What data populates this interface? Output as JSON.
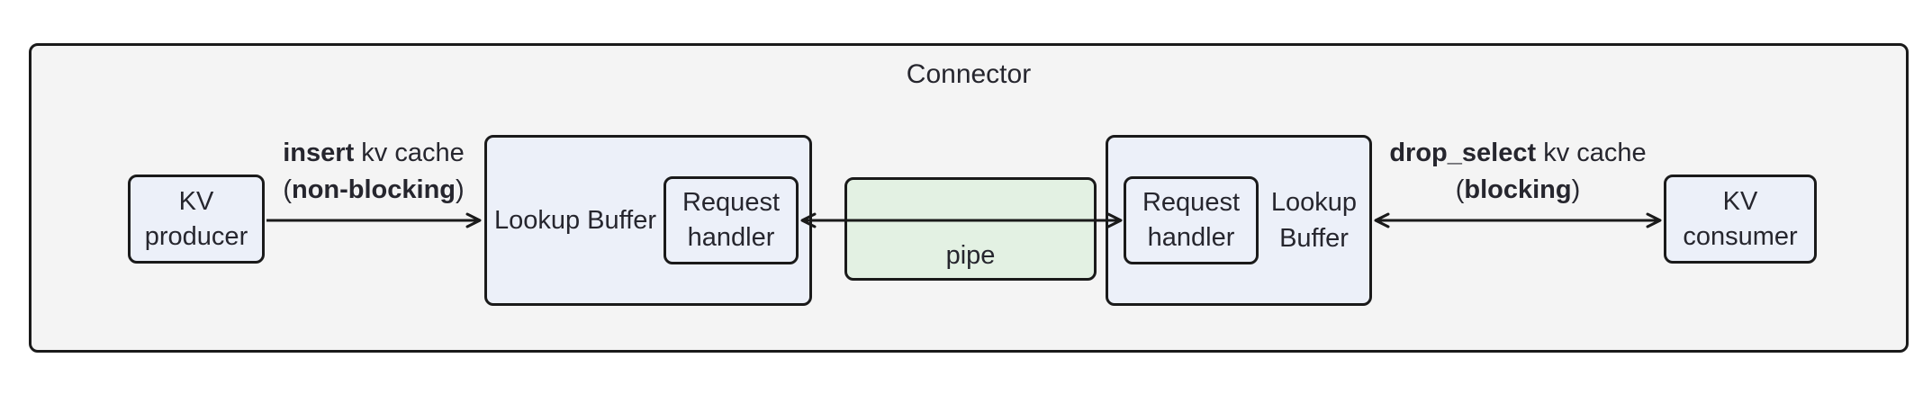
{
  "diagram": {
    "title": "Connector",
    "nodes": {
      "kv_producer": {
        "label": "KV producer"
      },
      "lookup_buffer_left": {
        "label": "Lookup Buffer"
      },
      "request_handler_left": {
        "label": "Request handler"
      },
      "pipe": {
        "label": "pipe"
      },
      "request_handler_right": {
        "label": "Request handler"
      },
      "lookup_buffer_right": {
        "label": "Lookup Buffer"
      },
      "kv_consumer": {
        "label": "KV consumer"
      }
    },
    "edges": {
      "insert": {
        "line1_bold": "insert",
        "line1_rest": " kv cache",
        "line2_pre": "(",
        "line2_bold": "non-blocking",
        "line2_post": ")"
      },
      "drop_select": {
        "line1_bold": "drop_select",
        "line1_rest": " kv cache",
        "line2_pre": "(",
        "line2_bold": "blocking",
        "line2_post": ")"
      }
    },
    "colors": {
      "node_fill": "#ecf0f9",
      "pipe_fill": "#e3f1e3",
      "container_fill": "#f4f4f4",
      "border": "#1a1a1a",
      "text": "#26262e",
      "canvas": "#ffffff"
    }
  }
}
